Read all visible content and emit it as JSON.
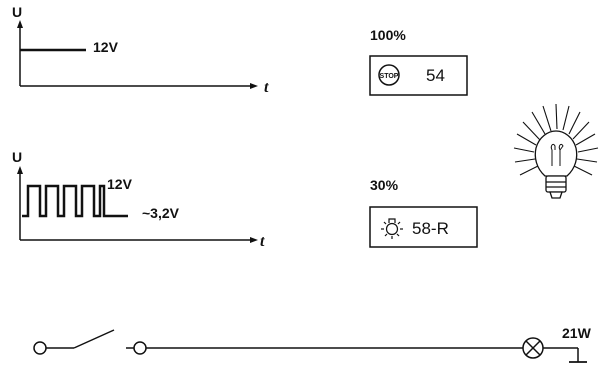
{
  "graphs": [
    {
      "y_axis_label": "U",
      "x_axis_label": "t",
      "signal_label": "12V",
      "low_label": ""
    },
    {
      "y_axis_label": "U",
      "x_axis_label": "t",
      "signal_label": "12V",
      "low_label": "~3,2V"
    }
  ],
  "indicators": [
    {
      "percent": "100%",
      "icon": "stop-icon",
      "code": "54",
      "icon_text": "STOP"
    },
    {
      "percent": "30%",
      "icon": "lamp-symbol-icon",
      "code": "58-R"
    }
  ],
  "bulb": {
    "icon": "light-bulb-icon"
  },
  "circuit": {
    "lamp_rating": "21W"
  },
  "colors": {
    "line": "#111111",
    "background": "#ffffff"
  }
}
